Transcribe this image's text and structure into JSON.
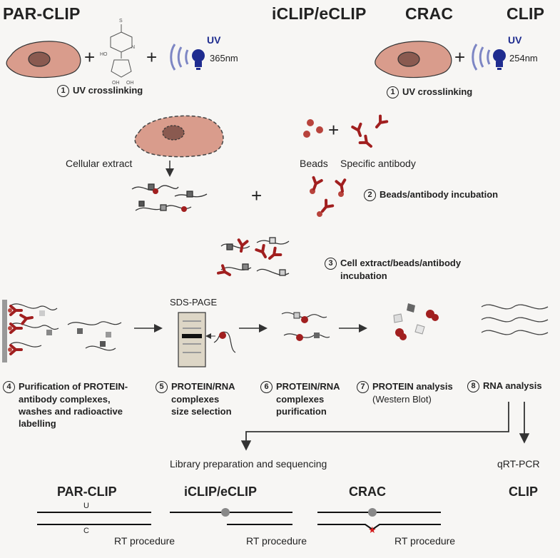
{
  "headers": {
    "parclip": "PAR-CLIP",
    "iclip": "iCLIP/eCLIP",
    "crac": "CRAC",
    "clip": "CLIP"
  },
  "uv": {
    "label_left": "UV",
    "wavelength_left": "365nm",
    "label_right": "UV",
    "wavelength_right": "254nm"
  },
  "steps": {
    "s1": {
      "num": "1",
      "text": "UV crosslinking"
    },
    "s2": {
      "num": "2",
      "text": "Beads/antibody incubation"
    },
    "s3": {
      "num": "3",
      "line1": "Cell extract/beads/antibody",
      "line2": "incubation"
    },
    "s4": {
      "num": "4",
      "line1": "Purification of PROTEIN-",
      "line2": "antibody complexes,",
      "line3": "washes and radioactive",
      "line4": "labelling"
    },
    "s5": {
      "num": "5",
      "line1": "PROTEIN/RNA",
      "line2": "complexes",
      "line3": "size selection"
    },
    "s6": {
      "num": "6",
      "line1": "PROTEIN/RNA",
      "line2": "complexes",
      "line3": "purification"
    },
    "s7": {
      "num": "7",
      "line1": "PROTEIN analysis",
      "line2": "(Western Blot)"
    },
    "s8": {
      "num": "8",
      "text": "RNA analysis"
    }
  },
  "labels": {
    "cellular_extract": "Cellular extract",
    "beads": "Beads",
    "specific_antibody": "Specific antibody",
    "sds_page": "SDS-PAGE",
    "library": "Library preparation and sequencing",
    "qrtpcr": "qRT-PCR",
    "plus": "+"
  },
  "bottom": {
    "parclip": "PAR-CLIP",
    "iclip": "iCLIP/eCLIP",
    "crac": "CRAC",
    "clip": "CLIP",
    "u": "U",
    "c": "C",
    "rt1": "RT procedure",
    "rt2": "RT procedure",
    "rt3": "RT procedure"
  },
  "colors": {
    "cell": "#d99c8c",
    "nucleus": "#8a5a50",
    "uv_blue": "#1f2c8f",
    "wave": "#7d86c4",
    "antibody": "#a11f1f",
    "bead": "#b8433c"
  }
}
